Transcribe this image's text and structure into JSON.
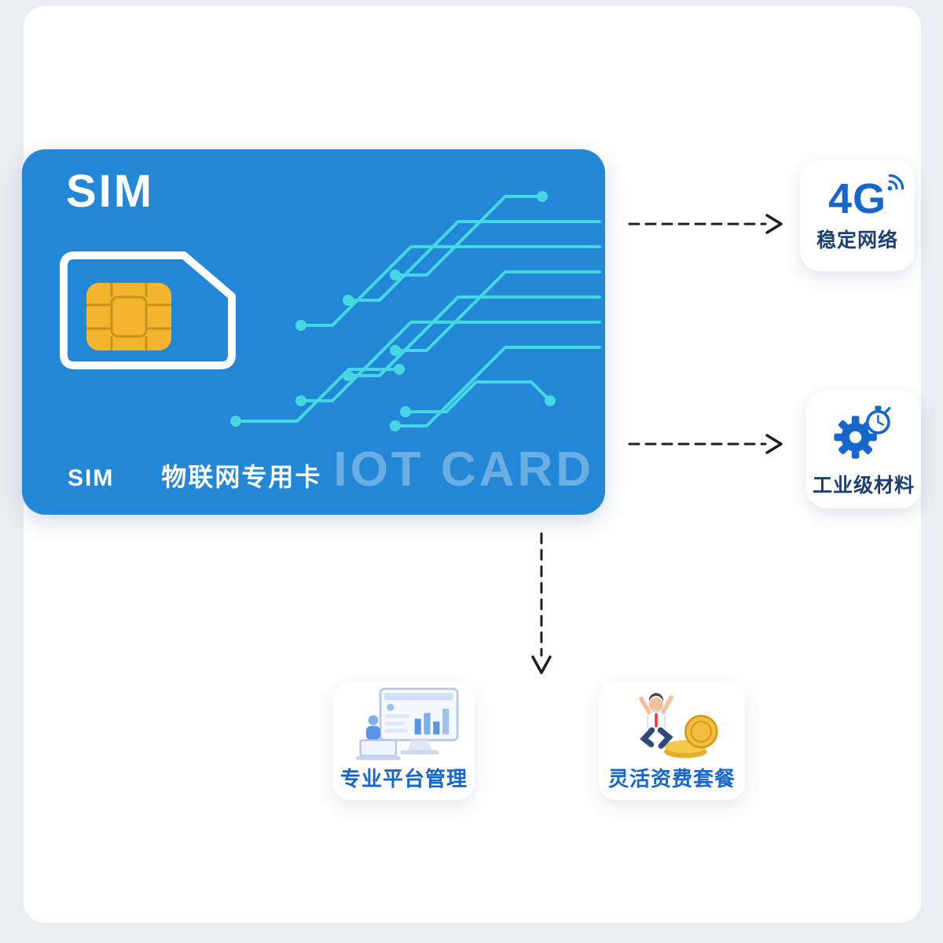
{
  "sim_card": {
    "brand": "SIM",
    "footer_sim": "SIM",
    "footer_label": "物联网专用卡",
    "watermark": "IOT CARD"
  },
  "features": {
    "network": {
      "title": "4G",
      "label": "稳定网络"
    },
    "material": {
      "label": "工业级材料"
    },
    "platform": {
      "label": "专业平台管理"
    },
    "pricing": {
      "label": "灵活资费套餐"
    }
  },
  "colors": {
    "page_bg": "#ecedf2",
    "panel_bg": "#ffffff",
    "card_blue": "#2187d6",
    "trace_cyan": "#46d8e2",
    "chip_gold": "#f4b42c",
    "accent_blue": "#1766cc",
    "label_navy": "#1c3f73",
    "arrow_dark": "#1f1f1f"
  }
}
